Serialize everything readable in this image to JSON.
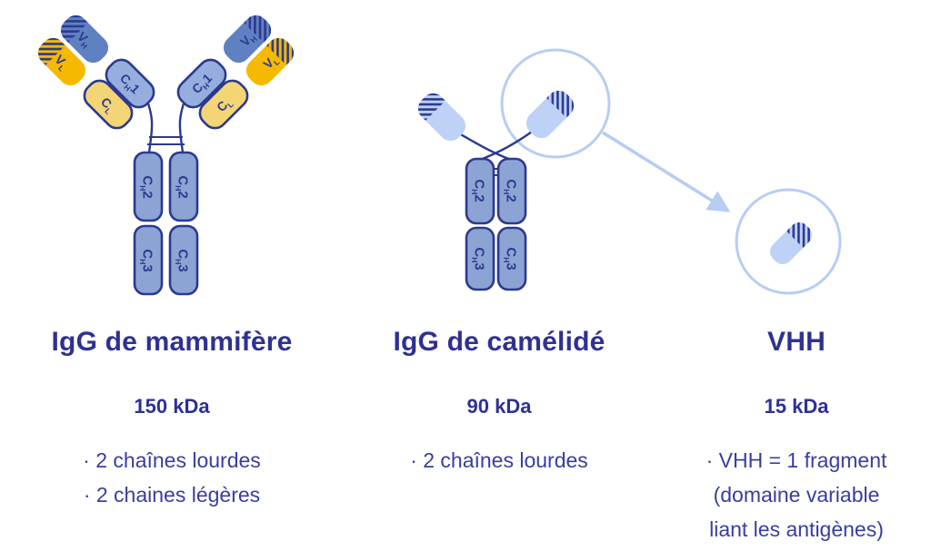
{
  "colors": {
    "navy": "#2b3990",
    "title_text": "#2e3192",
    "body_text": "#383e9f",
    "vh_blue": "#6081c1",
    "ch_blue": "#95aedd",
    "stem_blue": "#8ca4d3",
    "pale_blue": "#bed1f6",
    "gold": "#f5b900",
    "pale_yellow": "#f4d576",
    "accent_blue": "#b7cdf3"
  },
  "domain_labels": {
    "v": "V",
    "c": "C",
    "h": "H",
    "l": "L",
    "n1": "1",
    "n2": "2",
    "n3": "3"
  },
  "columns": [
    {
      "title": "IgG de mammifère",
      "mass": "150 kDa",
      "lines": [
        "· 2 chaînes lourdes",
        "· 2 chaines légères"
      ]
    },
    {
      "title": "IgG de camélidé",
      "mass": "90 kDa",
      "lines": [
        "· 2 chaînes lourdes"
      ]
    },
    {
      "title": "VHH",
      "mass": "15 kDa",
      "lines": [
        "· VHH = 1 fragment",
        "(domaine variable",
        "liant les antigènes)"
      ]
    }
  ]
}
